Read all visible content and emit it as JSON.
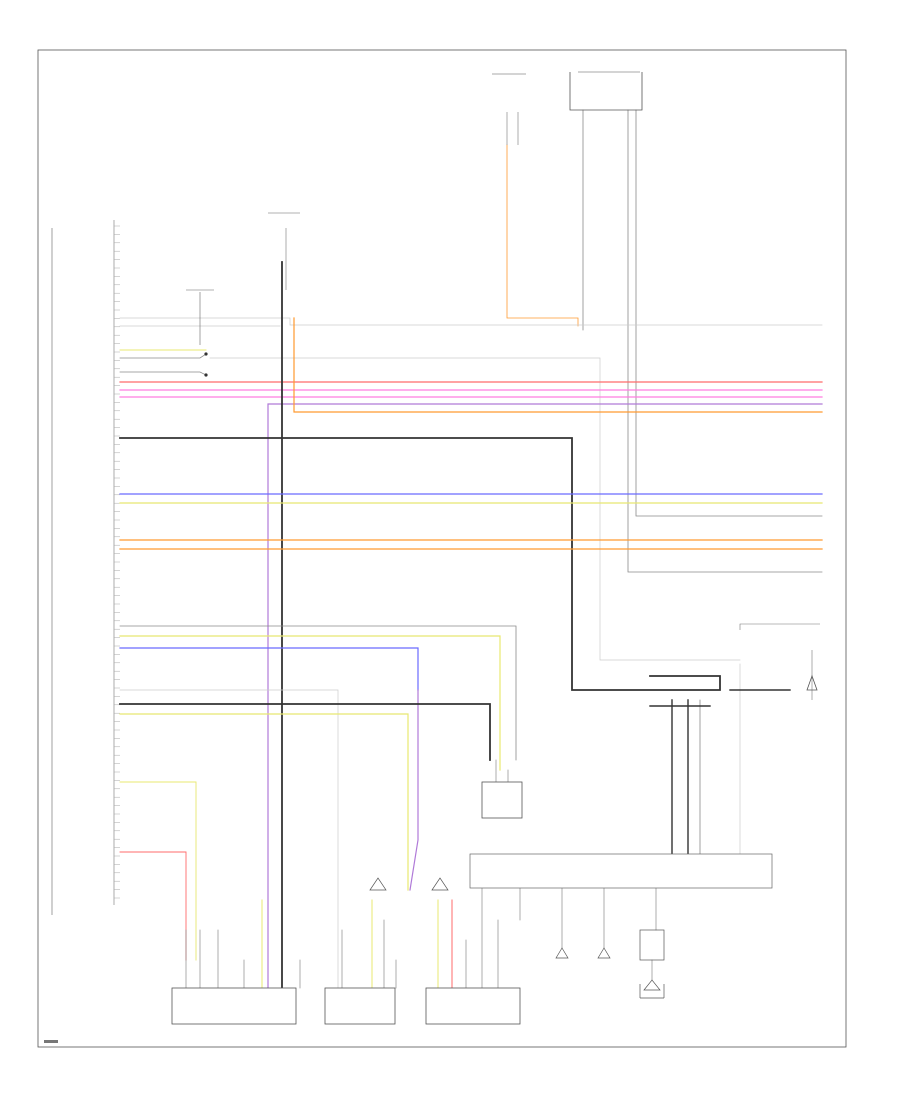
{
  "diagram": {
    "colors": {
      "frame": "#555555",
      "black": "#333333",
      "gray": "#8a8a8a",
      "red": "#ff6b6b",
      "pink": "#ff7de0",
      "violet": "#b07ad8",
      "orange": "#ff9a30",
      "yellow": "#e8e870",
      "blue": "#6a6aff",
      "lightgray": "#cccccc"
    },
    "components": [
      {
        "id": "top-splice-left",
        "label": "",
        "icon": "connector"
      },
      {
        "id": "top-module-right",
        "label": "",
        "icon": "module-bracket"
      },
      {
        "id": "left-connector-strip",
        "label": "",
        "icon": "connector-strip"
      },
      {
        "id": "ground-splice",
        "label": "",
        "icon": "splice"
      },
      {
        "id": "radio-box",
        "label": "",
        "icon": "module-box"
      },
      {
        "id": "antenna-amplifier",
        "label": "",
        "icon": "module-box"
      },
      {
        "id": "bottom-module-left",
        "label": "",
        "icon": "module-box"
      },
      {
        "id": "bottom-module-center",
        "label": "",
        "icon": "module-box"
      },
      {
        "id": "bottom-module-right",
        "label": "",
        "icon": "module-box"
      },
      {
        "id": "bus-bar-box",
        "label": "",
        "icon": "bus-bar"
      },
      {
        "id": "speaker-unit",
        "label": "",
        "icon": "speaker"
      }
    ],
    "legend_text": ""
  }
}
